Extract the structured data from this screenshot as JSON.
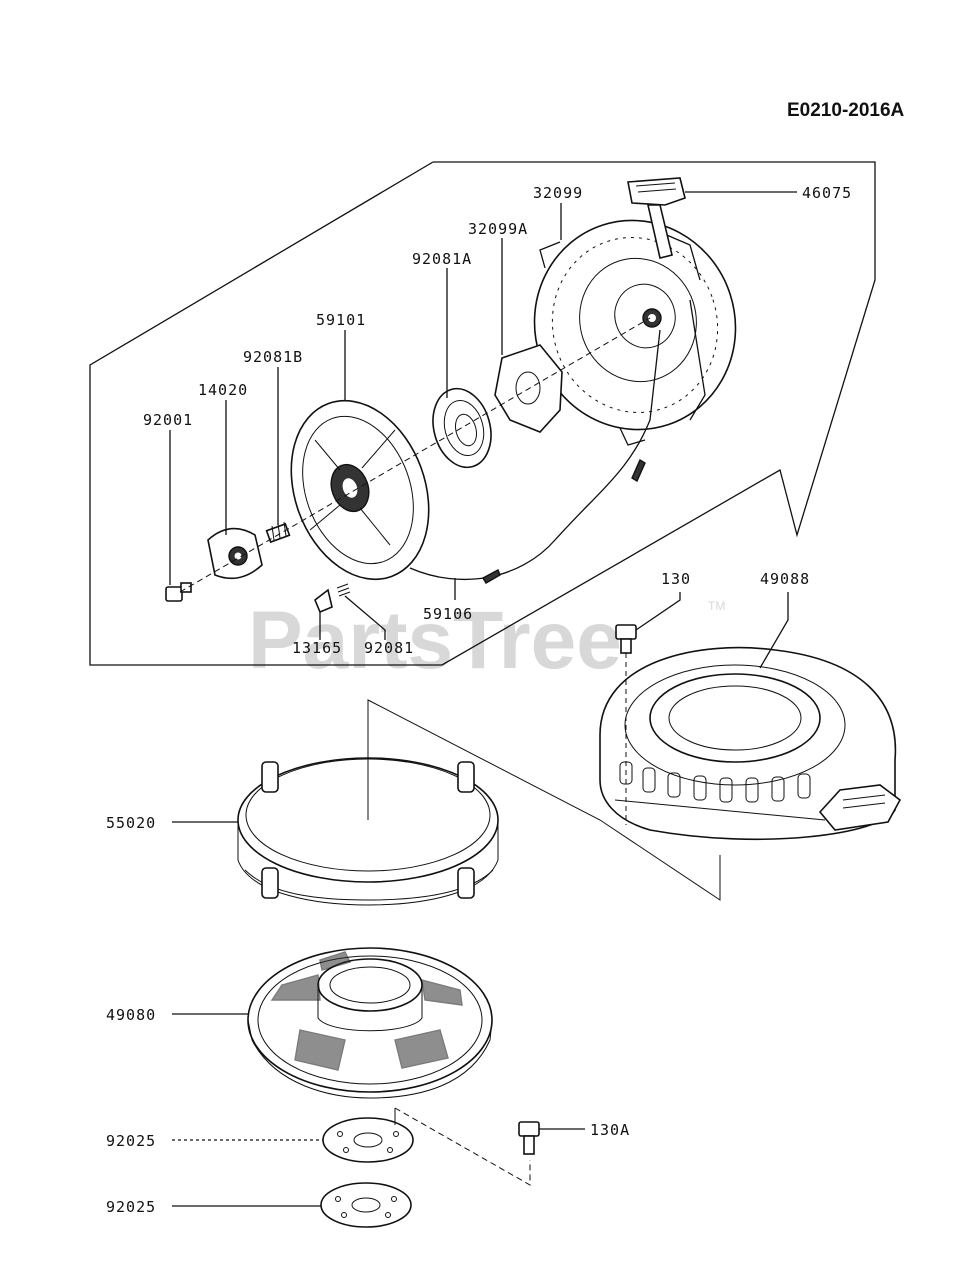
{
  "diagram_code": "E0210-2016A",
  "watermark": "PartsTree",
  "trademark": "TM",
  "parts": {
    "p46075": "46075",
    "p32099": "32099",
    "p32099A": "32099A",
    "p92081A": "92081A",
    "p59101": "59101",
    "p92081B": "92081B",
    "p14020": "14020",
    "p92001": "92001",
    "p59106": "59106",
    "p13165": "13165",
    "p92081": "92081",
    "p130": "130",
    "p49088": "49088",
    "p55020": "55020",
    "p49080": "49080",
    "p92025a": "92025",
    "p92025b": "92025",
    "p130A": "130A"
  }
}
